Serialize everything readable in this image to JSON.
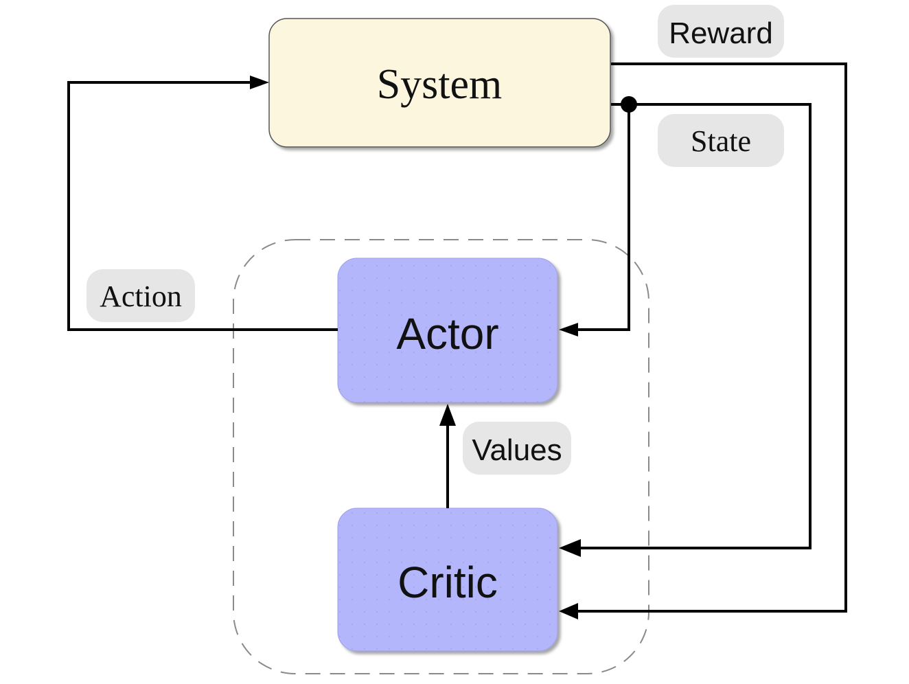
{
  "diagram": {
    "nodes": {
      "system": {
        "label": "System"
      },
      "actor": {
        "label": "Actor"
      },
      "critic": {
        "label": "Critic"
      }
    },
    "edge_labels": {
      "reward": "Reward",
      "state": "State",
      "action": "Action",
      "values": "Values"
    },
    "colors": {
      "system_fill": "#fcf6df",
      "agent_fill": "#b3b6fb",
      "label_pill": "#e6e6e6",
      "line": "#000000",
      "dashed_group": "#8a8a8a"
    }
  }
}
